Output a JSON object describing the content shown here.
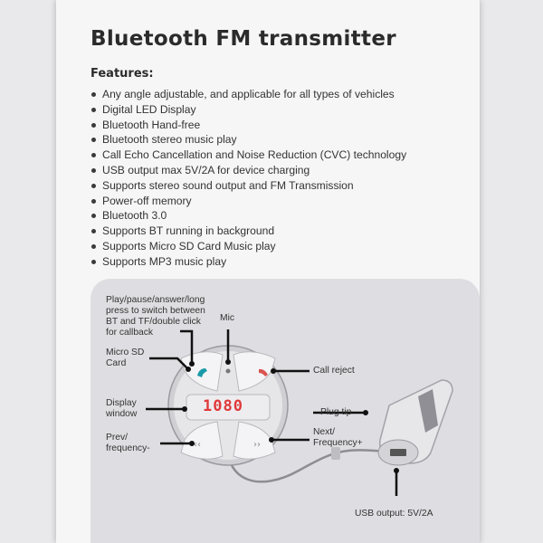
{
  "title": "Bluetooth FM transmitter",
  "features_label": "Features:",
  "features": [
    "Any angle adjustable, and applicable for all types of vehicles",
    "Digital LED Display",
    "Bluetooth Hand-free",
    "Bluetooth stereo music play",
    "Call Echo Cancellation and Noise Reduction (CVC) technology",
    "USB output max 5V/2A for device charging",
    "Supports stereo sound output and FM Transmission",
    "Power-off memory",
    "Bluetooth 3.0",
    "Supports BT running in background",
    "Supports Micro SD Card Music play",
    "Supports MP3 music play"
  ],
  "diagram": {
    "play_pause": [
      "Play/pause/answer/long",
      "press to switch between",
      "BT and TF/double click",
      "for callback"
    ],
    "mic": "Mic",
    "micro_sd": [
      "Micro SD",
      "Card"
    ],
    "call_reject": "Call reject",
    "display_window": [
      "Display",
      "window"
    ],
    "display_value": "1080",
    "plug_tip": "Plug tip",
    "prev": [
      "Prev/",
      "frequency-"
    ],
    "next": [
      "Next/",
      "Frequency+"
    ],
    "usb_output": "USB output: 5V/2A"
  },
  "colors": {
    "answer_icon": "#1a9aa8",
    "reject_icon": "#d9534f",
    "display_digits": "#e0393b"
  }
}
